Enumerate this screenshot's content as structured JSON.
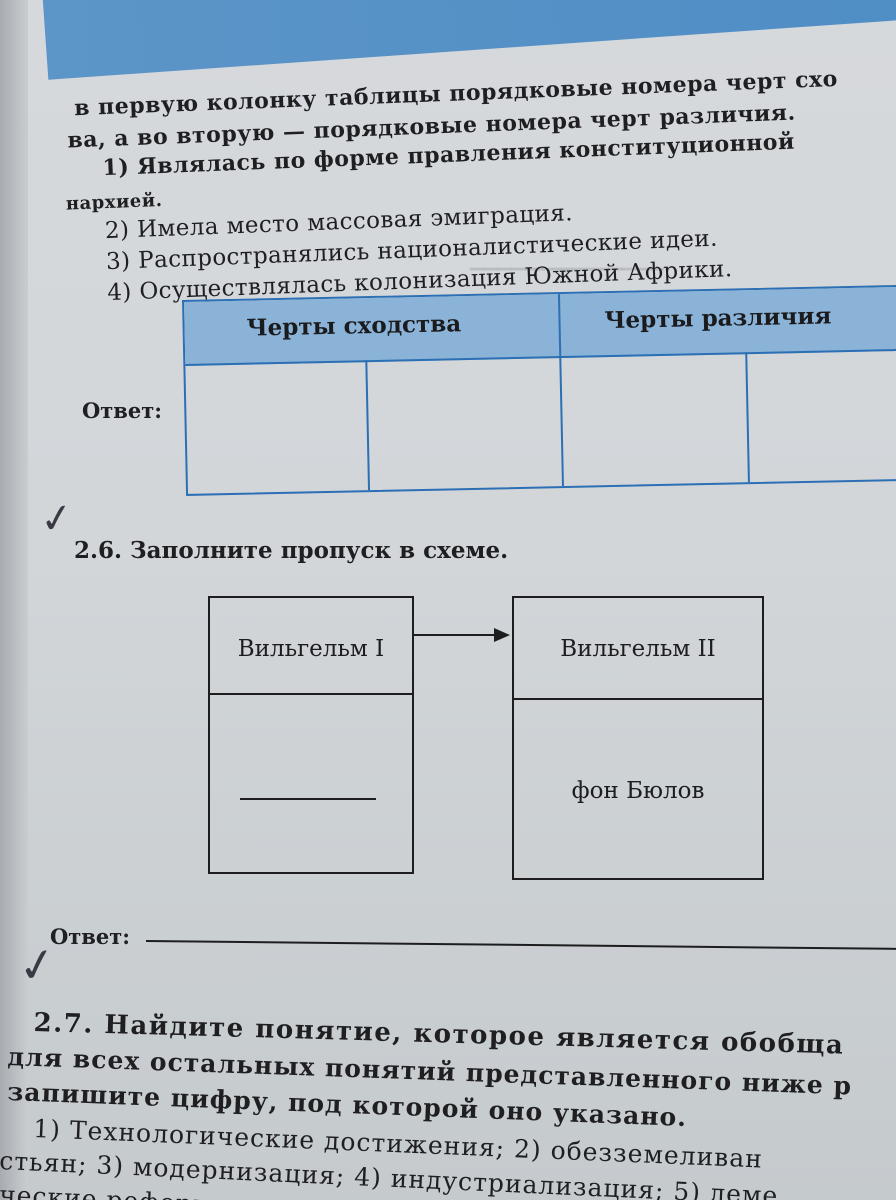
{
  "intro": {
    "line0": "в первую колонку таблицы порядковые номера черт схо",
    "line1": "ва, а во вторую — порядковые номера черт различия.",
    "line2": "1) Являлась по форме правления конституционной",
    "line3": "нархией."
  },
  "items": [
    "2) Имела место массовая эмиграция.",
    "3) Распространялись националистические идеи.",
    "4) Осуществлялась колонизация Южной Африки."
  ],
  "similarity_table": {
    "answer_label": "Ответ:",
    "col_similar": "Черты сходства",
    "col_different": "Черты различия"
  },
  "task_2_6": {
    "title": "2.6. Заполните пропуск в схеме.",
    "box_left_top": "Вильгельм I",
    "box_right_top": "Вильгельм II",
    "box_right_bottom": "фон Бюлов",
    "answer_label": "Ответ:"
  },
  "task_2_7": {
    "head": "2.7. Найдите понятие, которое является обобща",
    "line1": "для всех остальных понятий представленного ниже р",
    "line2": "запишите цифру, под которой оно указано.",
    "line3": "1) Технологические достижения; 2) обезземеливан",
    "line4": "стьян; 3) модернизация; 4) индустриализация; 5) деме",
    "line5": "ческие реформы"
  },
  "colors": {
    "table_blue": "#2c6fb4",
    "header_fill": "#8ab3d7",
    "band": "#5c95c7"
  }
}
